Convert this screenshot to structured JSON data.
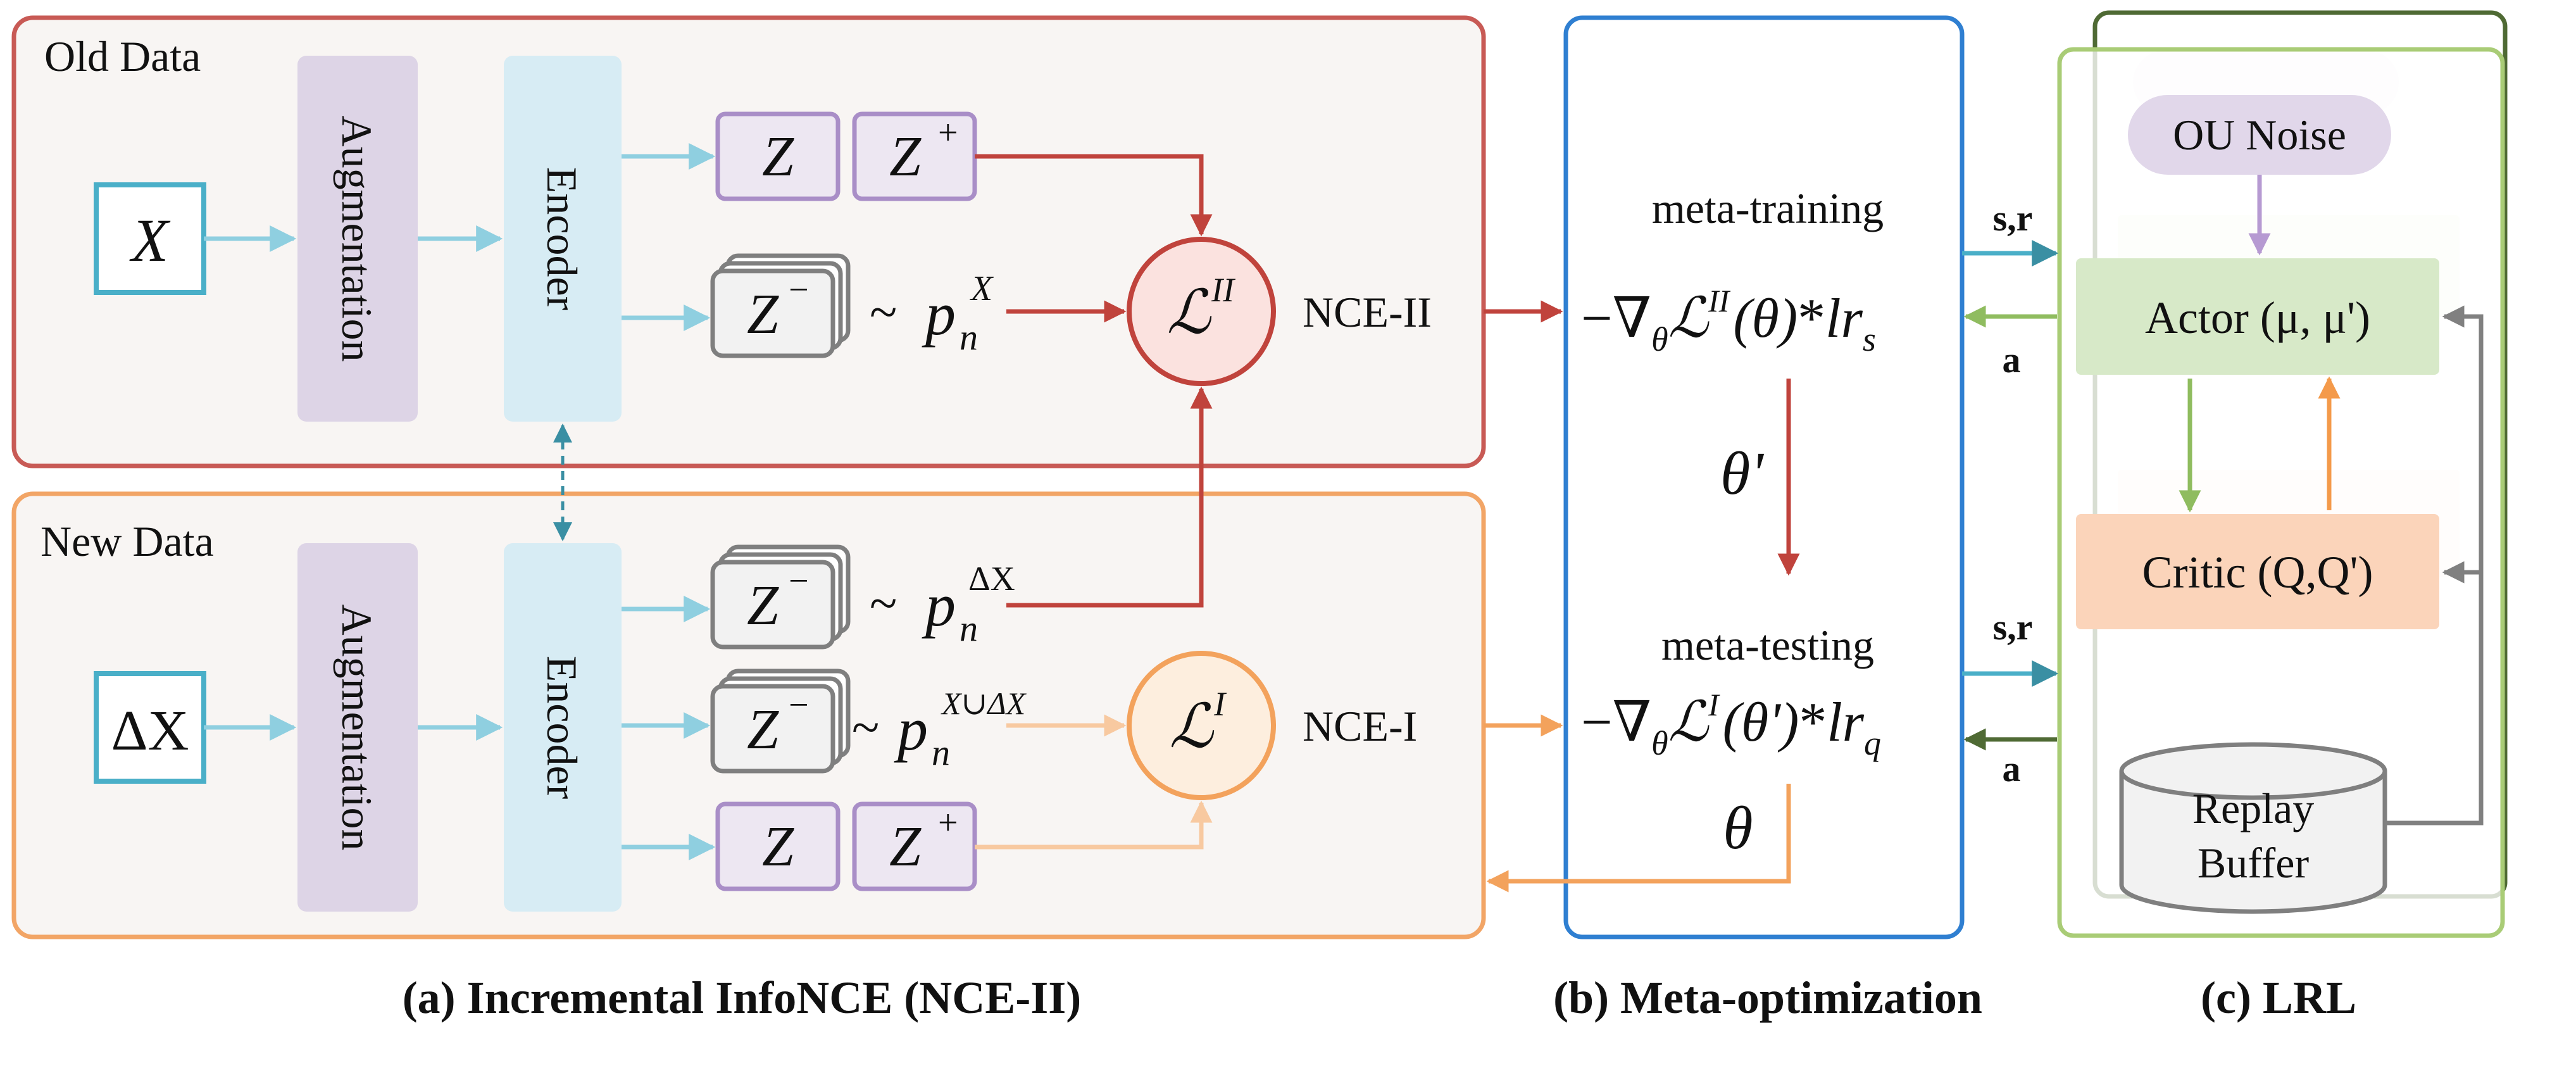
{
  "colors": {
    "old_border": "#c85a55",
    "new_border": "#f2a566",
    "meta_border": "#2f7fd1",
    "lrl_outer": "#4f6a34",
    "lrl_inner": "#a9cc76",
    "aug_fill": "#ddd4e6",
    "enc_fill": "#d7ecf4",
    "z_fill": "#ede7f2",
    "z_border": "#a98ec7",
    "arrow_cyan": "#8fcfe0",
    "arrow_red": "#c0433c",
    "arrow_orange": "#f3a25c",
    "arrow_light_orange": "#f8c9a0",
    "arrow_green": "#8fbc5f",
    "arrow_dark_green": "#4f6a34",
    "arrow_purple": "#b69ad2",
    "arrow_gray": "#808080",
    "actor_fill": "#d7e9c8",
    "critic_fill": "#fbd4ba",
    "ou_fill": "#e1d7ea"
  },
  "panel_a": {
    "old_label": "Old Data",
    "new_label": "New Data",
    "x_label": "X",
    "dx_label": "ΔX",
    "augmentation": "Augmentation",
    "encoder": "Encoder",
    "z": "Z",
    "z_plus_base": "Z",
    "z_plus_sup": "+",
    "z_minus_base": "Z",
    "z_minus_sup": "−",
    "tilde": "~",
    "p": "p",
    "n_sub": "n",
    "pn_sup_old": "X",
    "pn_sup_new": "ΔX",
    "pn_sup_union": "X∪ΔX",
    "loss_script": "ℒ",
    "loss_ii_sup": "II",
    "loss_i_sup": "I",
    "nce_ii": "NCE-II",
    "nce_i": "NCE-I"
  },
  "panel_b": {
    "meta_training": "meta-training",
    "meta_testing": "meta-testing",
    "grad_prefix": "−∇",
    "theta_sub": "θ",
    "loss_script": "ℒ",
    "sup_ii": "II",
    "sup_i": "I",
    "arg_theta": "(θ)",
    "arg_theta_prime": "(θ')",
    "star": "*",
    "lr": "lr",
    "sub_s": "s",
    "sub_q": "q",
    "theta_prime": "θ'",
    "theta": "θ"
  },
  "panel_c": {
    "sr_label": "s,r",
    "a_label": "a",
    "ou_noise": "OU Noise",
    "actor_text": "Actor (μ, μ')",
    "critic_text": "Critic (Q,Q')",
    "replay_line1": "Replay",
    "replay_line2": "Buffer"
  },
  "captions": {
    "a": "(a) Incremental InfoNCE (NCE-II)",
    "b": "(b) Meta-optimization",
    "c": "(c) LRL"
  }
}
